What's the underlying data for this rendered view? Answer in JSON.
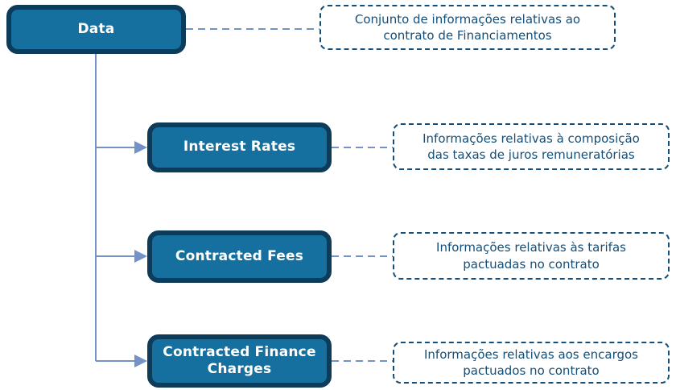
{
  "theme": {
    "box_fill": "#16709F",
    "box_border": "#0D3C5B",
    "label_color": "#FFFFFF",
    "note_color": "#134F79",
    "connector": "#7292C8",
    "background": "#FFFFFF"
  },
  "diagram": {
    "root": {
      "label": "Data",
      "note": "Conjunto de informações relativas ao\ncontrato de Financiamentos"
    },
    "children": [
      {
        "label": "Interest Rates",
        "note": "Informações relativas à composição\ndas taxas de juros remuneratórias"
      },
      {
        "label": "Contracted Fees",
        "note": "Informações relativas às tarifas\npactuadas no contrato"
      },
      {
        "label": "Contracted Finance Charges",
        "note": "Informações relativas aos encargos\npactuados no contrato"
      }
    ]
  }
}
